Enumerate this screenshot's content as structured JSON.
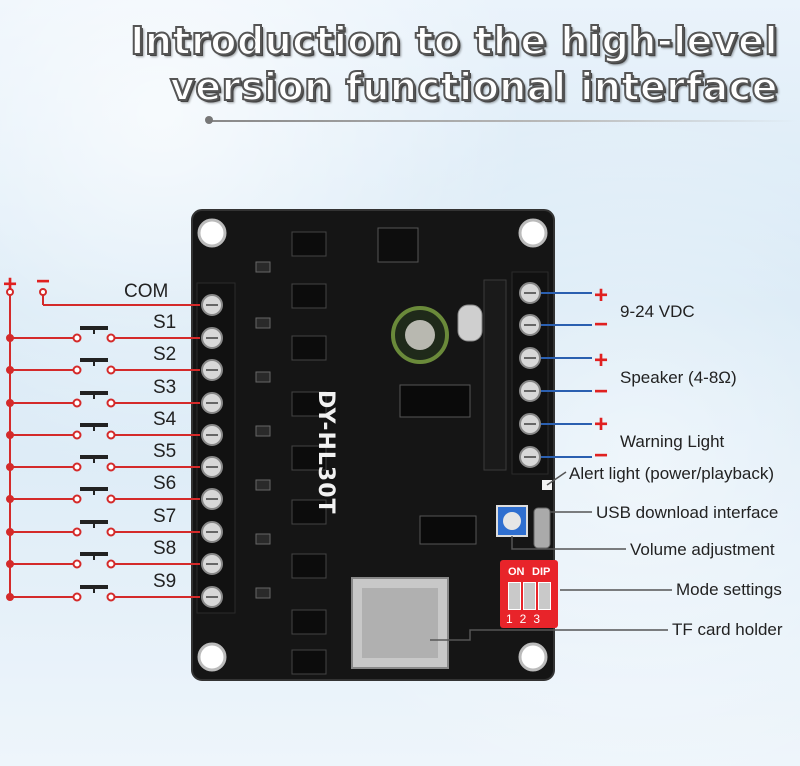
{
  "title": {
    "line1": "Introduction to the high-level",
    "line2": "version functional interface"
  },
  "board": {
    "model": "DY-HL30T",
    "dip": {
      "on": "ON",
      "label": "DIP",
      "numbers": "123"
    }
  },
  "left": {
    "plus": "+",
    "minus": "−",
    "com": "COM",
    "switches": [
      "S1",
      "S2",
      "S3",
      "S4",
      "S5",
      "S6",
      "S7",
      "S8",
      "S9"
    ]
  },
  "right": {
    "power": {
      "plus": "+",
      "minus": "−",
      "label": "9-24 VDC"
    },
    "speaker": {
      "plus": "+",
      "minus": "−",
      "label": "Speaker (4-8Ω)"
    },
    "warning": {
      "plus": "+",
      "minus": "−",
      "label": "Warning Light"
    },
    "callouts": [
      "Alert light (power/playback)",
      "USB download interface",
      "Volume adjustment",
      "Mode settings",
      "TF card holder"
    ]
  },
  "colors": {
    "wire_red": "#d42a2a",
    "wire_blue": "#2a5fb0",
    "pcb": "#151515",
    "dip": "#e8242a"
  }
}
